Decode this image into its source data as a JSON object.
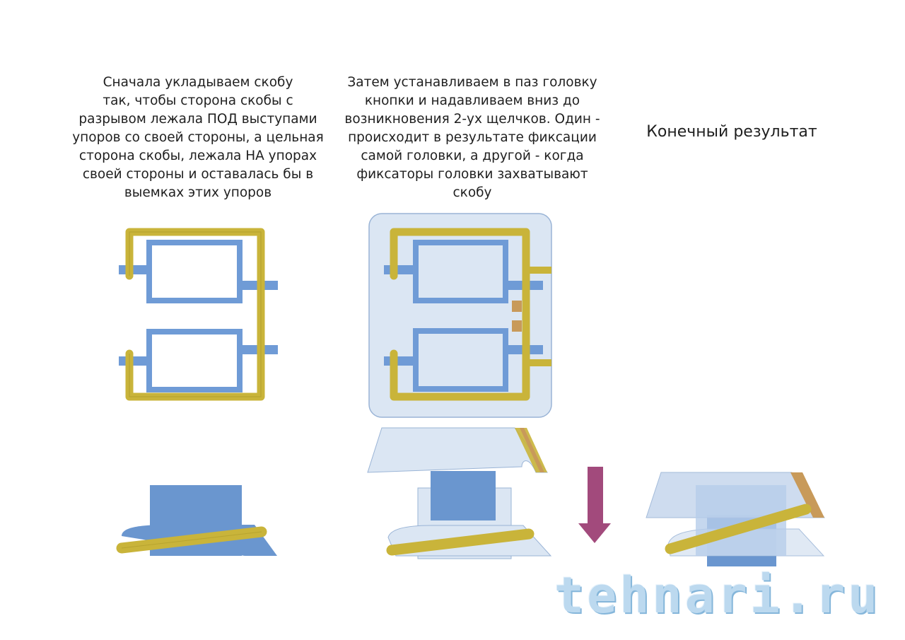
{
  "steps": {
    "step1": "Сначала укладываем скобу\nтак, чтобы сторона скобы с\nразрывом лежала ПОД выступами\nупоров со своей стороны, а цельная\nсторона скобы, лежала НА упорах\nсвоей стороны и оставалась бы в\nвыемках этих упоров",
    "step2": "Затем устанавливаем в паз головку\nкнопки и надавливаем вниз до\nвозникновения 2-ух щелчков. Один -\nпроисходит в результате фиксации\nсамой головки, а другой - когда\nфиксаторы головки захватывают\nскобу",
    "step3": "Конечный результат"
  },
  "watermark": "tehnari.ru",
  "colors": {
    "wire": "#c9b43a",
    "wire_dark": "#a89625",
    "stop_blue": "#6f9bd6",
    "button_blue": "#6a96cf",
    "cap_fill": "#dbe6f3",
    "cap_stroke": "#9ab4d6",
    "arrow": "#a24a7c",
    "latch": "#c89a5a"
  }
}
